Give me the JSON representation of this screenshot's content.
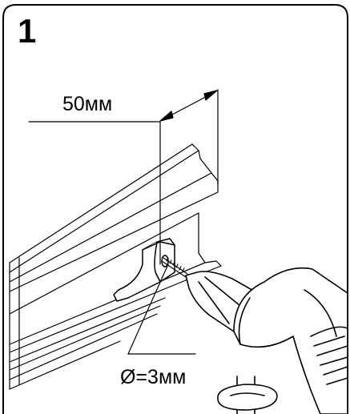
{
  "step_number": "1",
  "dimension_label": "50мм",
  "hole_label": "Ø=3мм",
  "colors": {
    "line": "#000000",
    "fill": "#ffffff"
  }
}
